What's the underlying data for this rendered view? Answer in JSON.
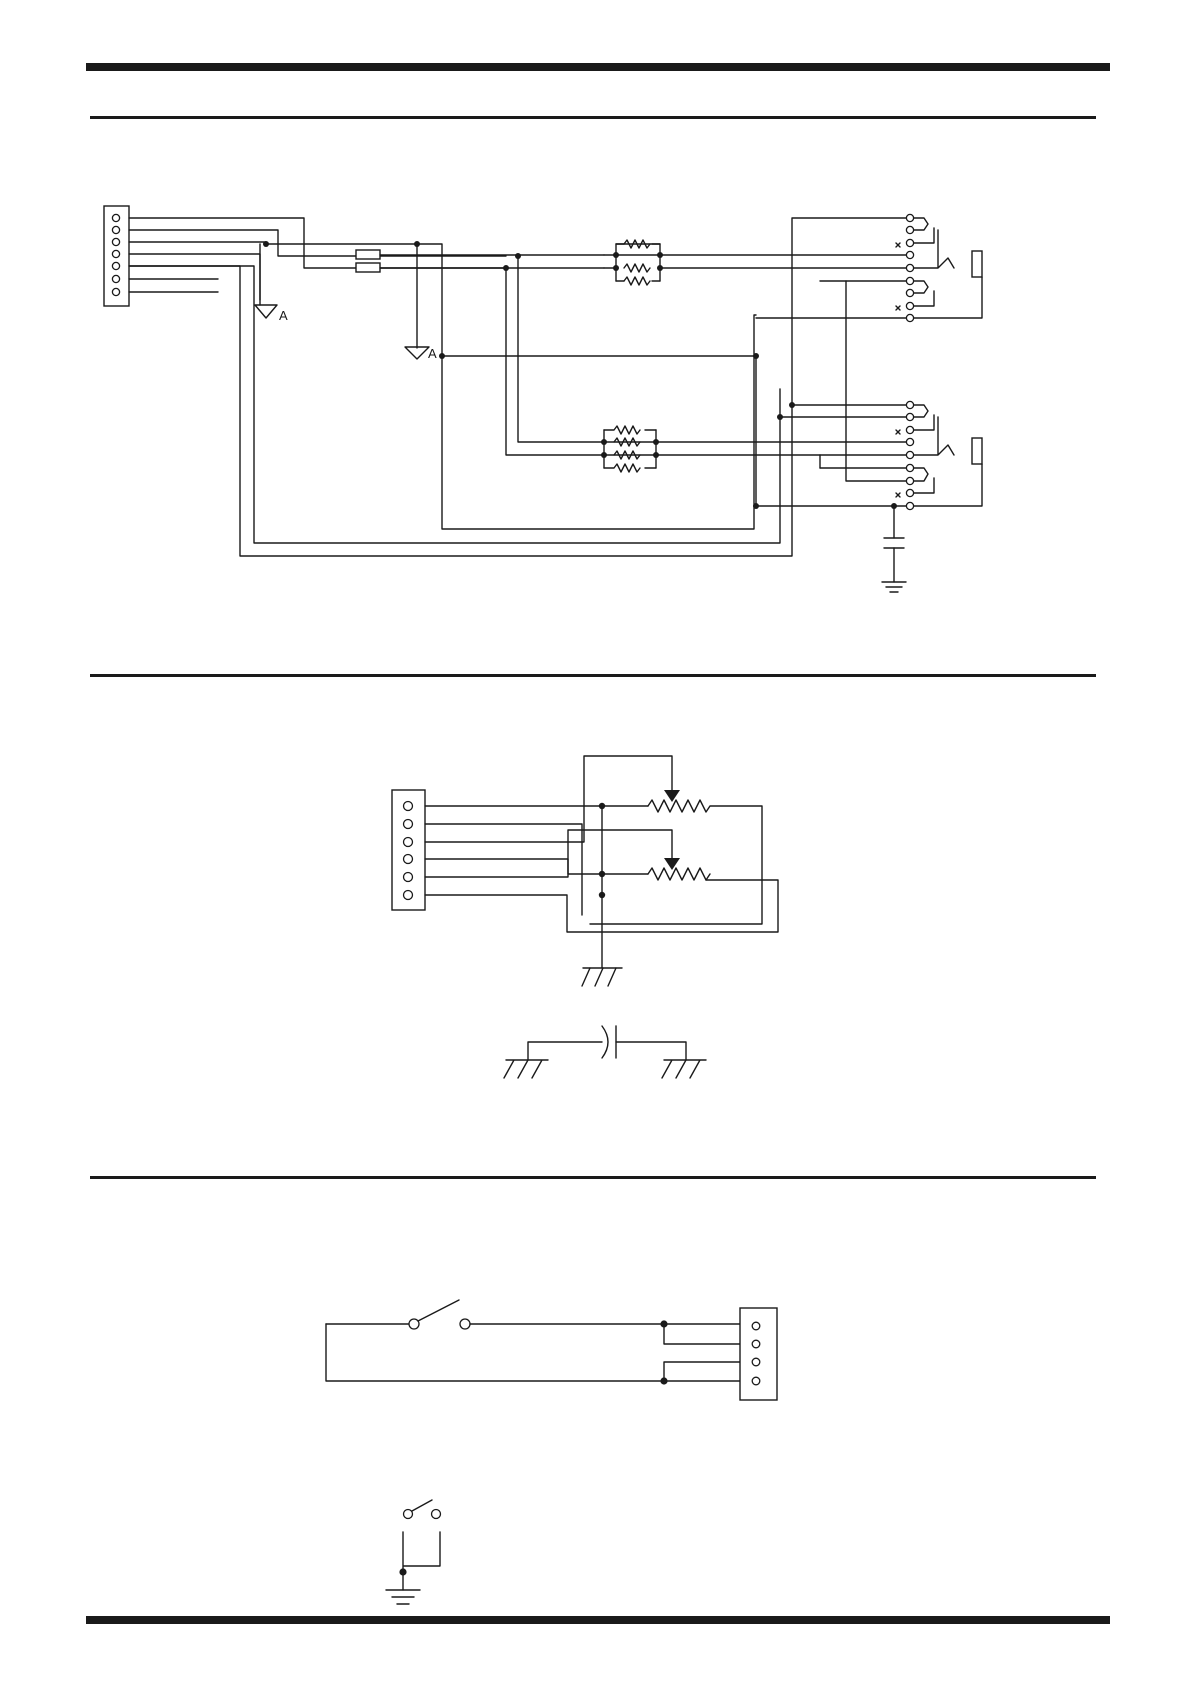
{
  "colors": {
    "ink": "#1a1a1a",
    "paper": "#ffffff"
  },
  "sections": [
    {
      "id": "jack-board",
      "symbols": [
        "connector-7-pin",
        "fuse",
        "resistor-pairs",
        "stereo-jack",
        "stereo-jack",
        "capacitor",
        "chassis-ground"
      ]
    },
    {
      "id": "volume-board",
      "symbols": [
        "connector-6-pin",
        "potentiometer",
        "potentiometer",
        "frame-ground",
        "capacitor"
      ]
    },
    {
      "id": "switch-board",
      "symbols": [
        "switch",
        "connector-4-pin",
        "switch",
        "chassis-ground"
      ]
    }
  ],
  "labels": {
    "analog_ground_1": "A",
    "analog_ground_2": "A"
  }
}
